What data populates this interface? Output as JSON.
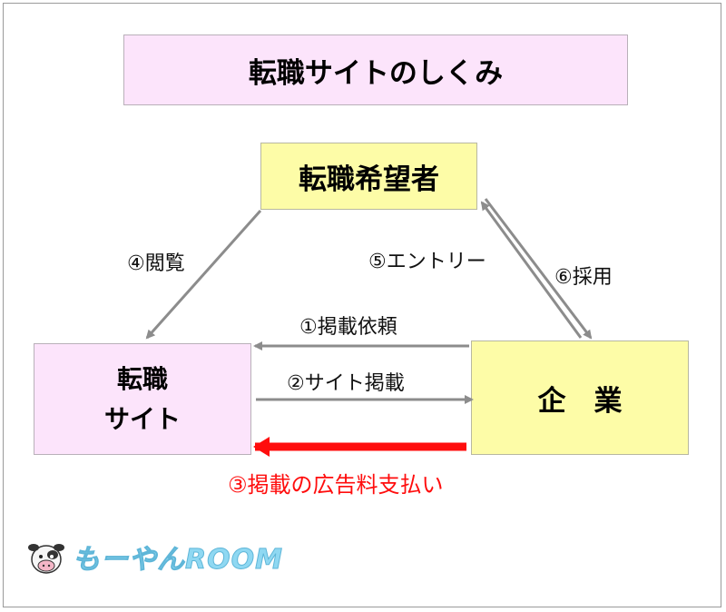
{
  "title": "転職サイトのしくみ",
  "nodes": {
    "seeker": "転職希望者",
    "site_line1": "転職",
    "site_line2": "サイト",
    "company": "企　業"
  },
  "edges": {
    "browse": "④閲覧",
    "entry": "⑤エントリー",
    "hire": "⑥採用",
    "request": "①掲載依頼",
    "post": "②サイト掲載",
    "payment": "③掲載の広告料支払い"
  },
  "logo": {
    "text": "もーやんROOM",
    "icon": "cow-mascot-icon"
  },
  "colors": {
    "pink_box": "#fce4fb",
    "yellow_box": "#fdfca7",
    "arrow_gray": "#8c8c8c",
    "arrow_red": "#ff0d0d",
    "logo_blue": "#8fd8f2"
  }
}
